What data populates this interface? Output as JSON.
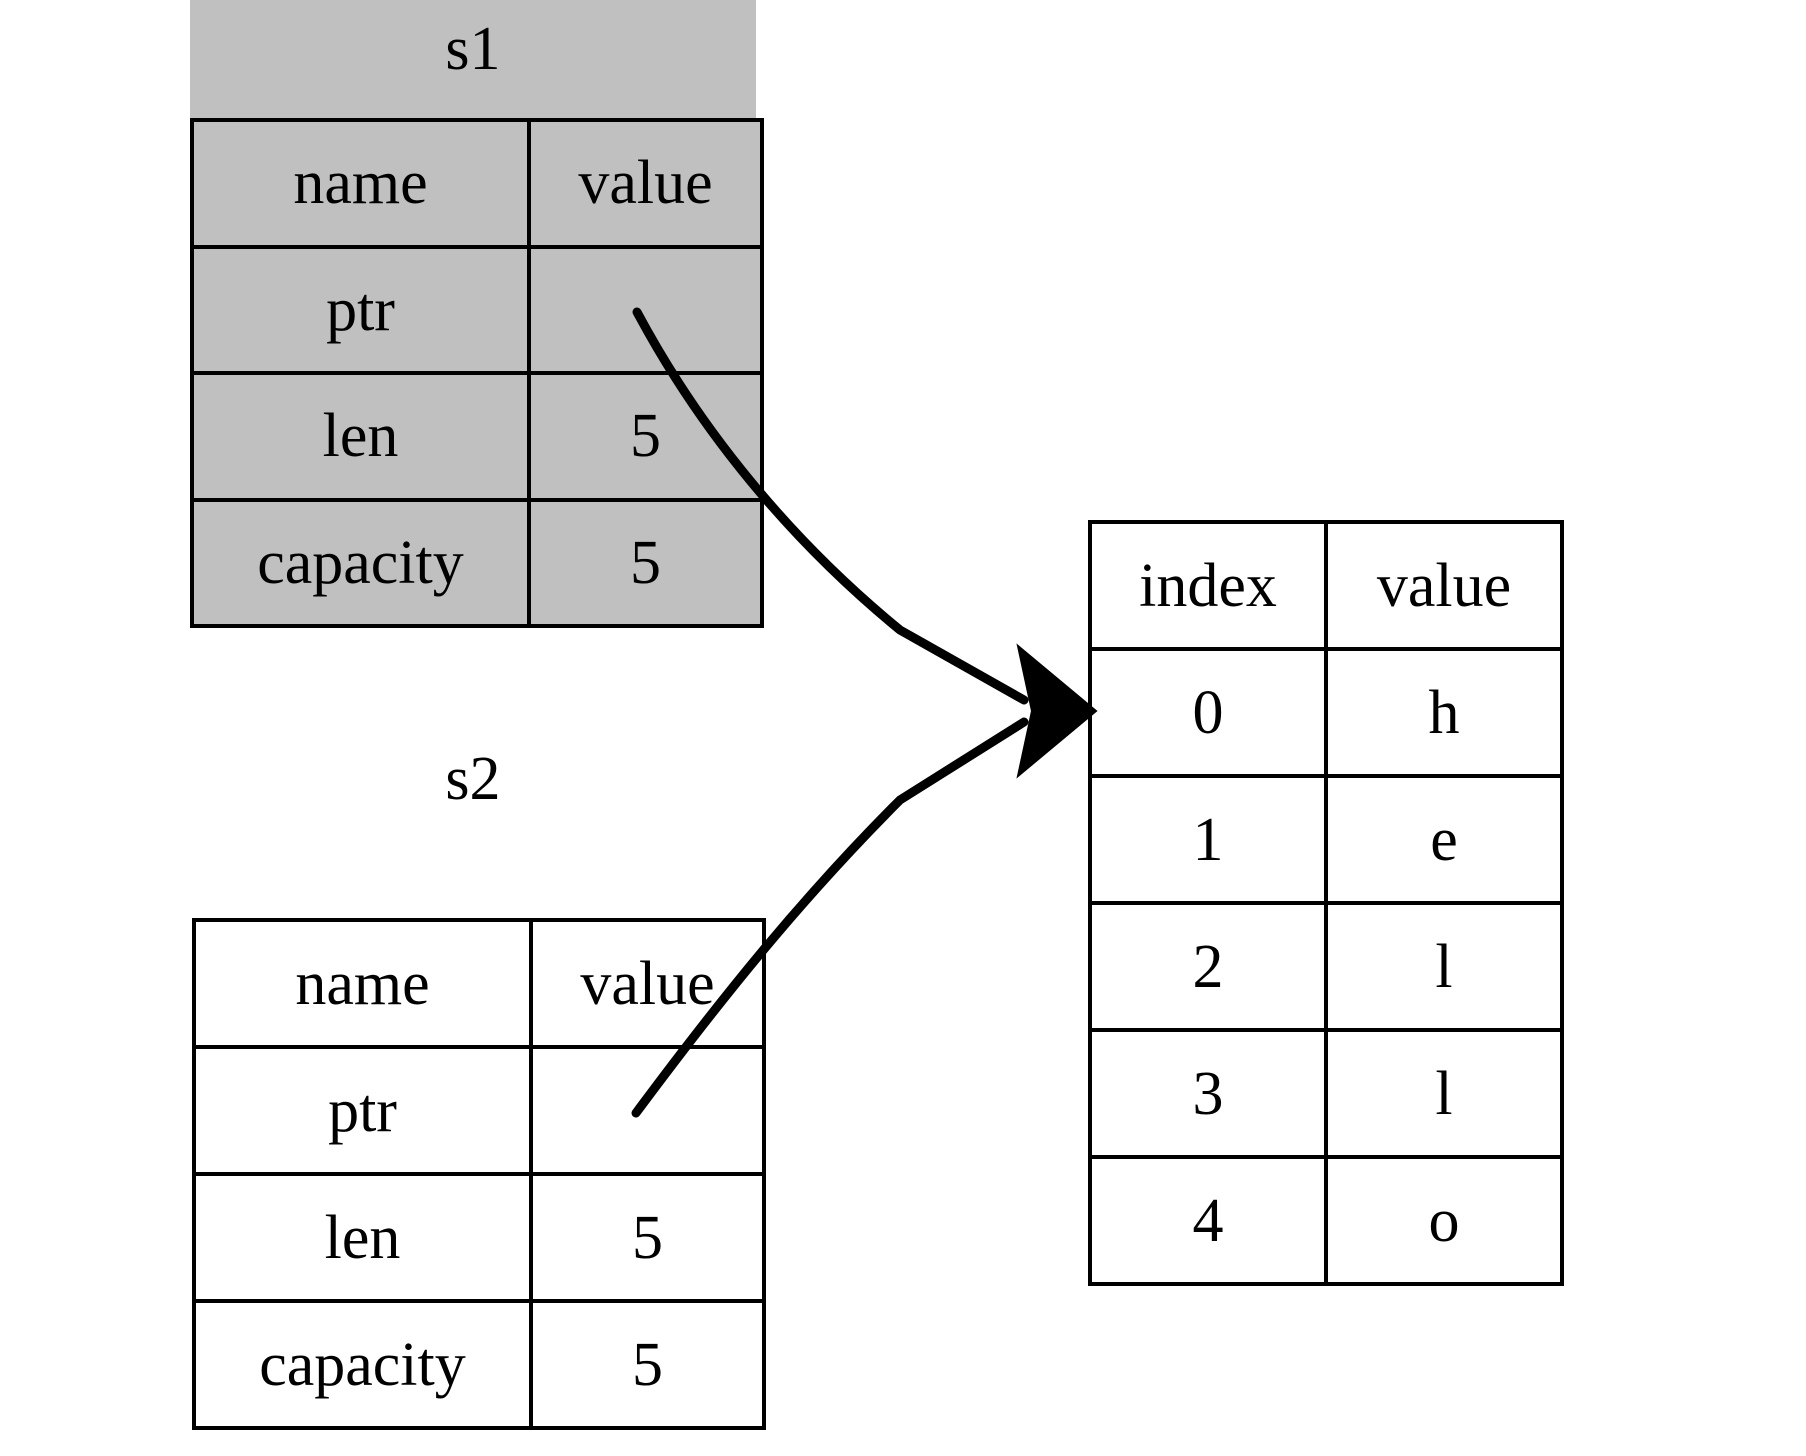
{
  "diagram": {
    "title_s1": "s1",
    "title_s2": "s2",
    "structs": [
      {
        "name": "s1",
        "highlighted": true,
        "headers": {
          "col1": "name",
          "col2": "value"
        },
        "fields": [
          {
            "name": "ptr",
            "value": ""
          },
          {
            "name": "len",
            "value": "5"
          },
          {
            "name": "capacity",
            "value": "5"
          }
        ]
      },
      {
        "name": "s2",
        "highlighted": false,
        "headers": {
          "col1": "name",
          "col2": "value"
        },
        "fields": [
          {
            "name": "ptr",
            "value": ""
          },
          {
            "name": "len",
            "value": "5"
          },
          {
            "name": "capacity",
            "value": "5"
          }
        ]
      }
    ],
    "heap": {
      "headers": {
        "col1": "index",
        "col2": "value"
      },
      "rows": [
        {
          "index": "0",
          "value": "h"
        },
        {
          "index": "1",
          "value": "e"
        },
        {
          "index": "2",
          "value": "l"
        },
        {
          "index": "3",
          "value": "l"
        },
        {
          "index": "4",
          "value": "o"
        }
      ]
    },
    "pointers": [
      {
        "from": "s1.ptr",
        "to": "heap.row0",
        "label": ""
      },
      {
        "from": "s2.ptr",
        "to": "heap.row0",
        "label": ""
      }
    ],
    "colors": {
      "highlight_fill": "#c0c0c0",
      "plain_fill": "#ffffff",
      "stroke": "#000000"
    }
  }
}
